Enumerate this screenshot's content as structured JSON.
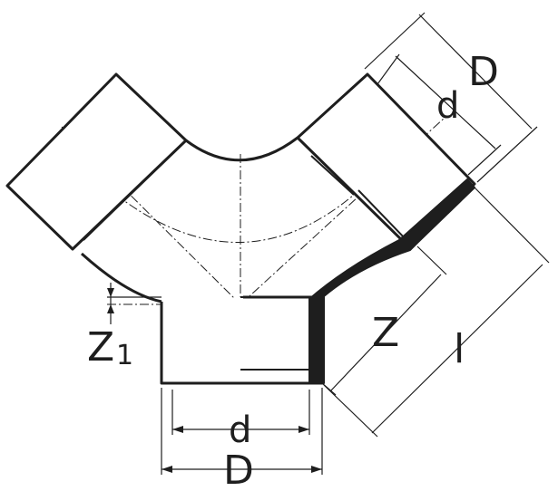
{
  "labels": {
    "outer_diameter_top": "D",
    "inner_diameter_top": "d",
    "z_length": "Z",
    "overall_length": "l",
    "z1_main": "Z",
    "z1_sub": "1",
    "inner_diameter_bottom": "d",
    "outer_diameter_bottom": "D"
  },
  "colors": {
    "outline": "#1e1e1e",
    "fill": "#ffffff",
    "wall": "#1e1e1e"
  }
}
